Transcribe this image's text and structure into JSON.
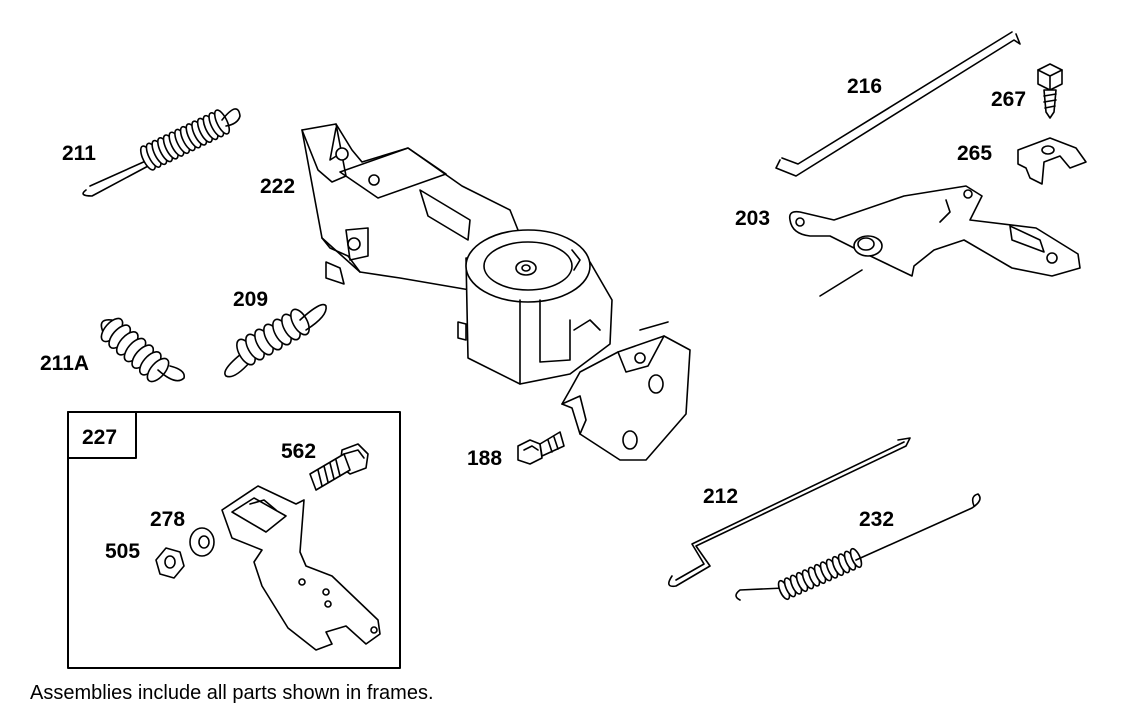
{
  "labels": {
    "p211": "211",
    "p211a": "211A",
    "p209": "209",
    "p222": "222",
    "p216": "216",
    "p267": "267",
    "p265": "265",
    "p203": "203",
    "p188": "188",
    "p212": "212",
    "p232": "232",
    "p227": "227",
    "p562": "562",
    "p278": "278",
    "p505": "505"
  },
  "footnote": "Assemblies include all parts shown in frames."
}
